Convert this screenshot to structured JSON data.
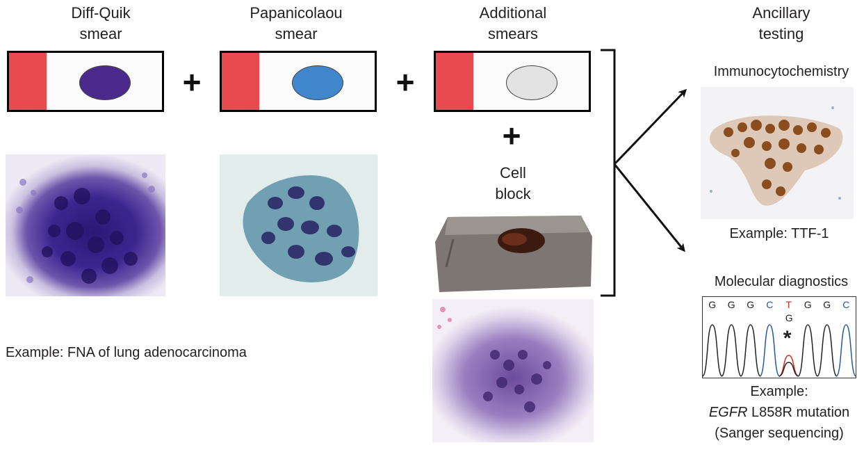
{
  "columns": {
    "diff_quik": {
      "line1": "Diff-Quik",
      "line2": "smear"
    },
    "papanicolaou": {
      "line1": "Papanicolaou",
      "line2": "smear"
    },
    "additional": {
      "line1": "Additional",
      "line2": "smears"
    },
    "ancillary": {
      "line1": "Ancillary",
      "line2": "testing"
    }
  },
  "cell_block": {
    "line1": "Cell",
    "line2": "block"
  },
  "plus_sign": "+",
  "example_fna": "Example: FNA of lung adenocarcinoma",
  "immuno": {
    "title": "Immunocytochemistry",
    "example": "Example: TTF-1"
  },
  "molecular": {
    "title": "Molecular diagnostics",
    "bases": [
      "G",
      "G",
      "G",
      "C",
      "T",
      "G",
      "G",
      "C"
    ],
    "mutant_base": "G",
    "marker": "*",
    "example_label": "Example:",
    "gene": "EGFR",
    "mutation": " L858R mutation",
    "method": "(Sanger sequencing)"
  },
  "colors": {
    "frosted_end": "#e84a4f",
    "diff_quik_spot": "#4b2a8c",
    "pap_spot": "#3f86cc",
    "unstained_spot": "#e3e3e3",
    "base_black": "#222222",
    "base_blue": "#2457a6",
    "base_red": "#d42a20"
  }
}
